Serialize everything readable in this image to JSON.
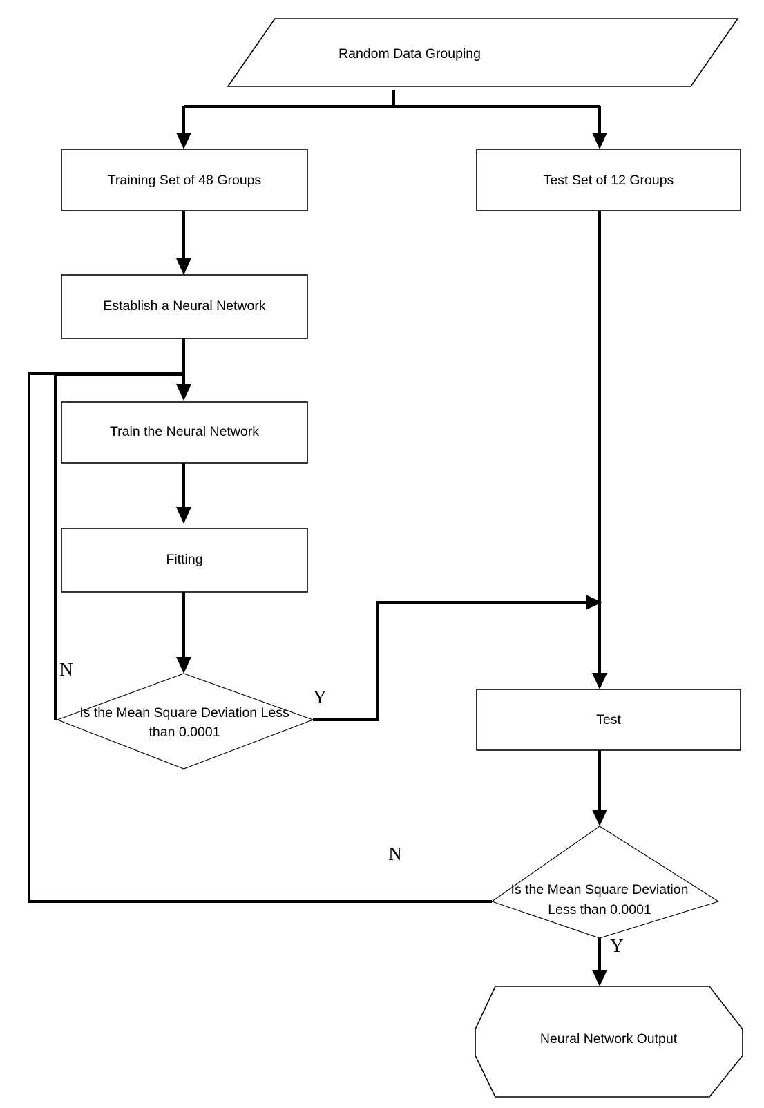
{
  "diagram": {
    "title": "Neural Network Training and Testing Flowchart",
    "background_color": "#ffffff",
    "line_color": "#000000",
    "shape_fill": "#ffffff",
    "nodes": {
      "start": {
        "label": "Random Data Grouping",
        "shape": "parallelogram"
      },
      "training_set": {
        "label": "Training Set of 48 Groups",
        "shape": "rectangle"
      },
      "test_set": {
        "label": "Test Set of 12 Groups",
        "shape": "rectangle"
      },
      "establish": {
        "label": "Establish a Neural Network",
        "shape": "rectangle"
      },
      "train": {
        "label": "Train the Neural Network",
        "shape": "rectangle"
      },
      "fitting": {
        "label": "Fitting",
        "shape": "rectangle"
      },
      "decision_train": {
        "label_line1": "Is the Mean Square Deviation Less",
        "label_line2": "than 0.0001",
        "shape": "diamond"
      },
      "test": {
        "label": "Test",
        "shape": "rectangle"
      },
      "decision_test": {
        "label_line1": "Is the Mean Square Deviation",
        "label_line2": "Less than 0.0001",
        "shape": "diamond"
      },
      "output": {
        "label": "Neural Network Output",
        "shape": "octagon"
      }
    },
    "branch_labels": {
      "train_no": "N",
      "train_yes": "Y",
      "test_no": "N",
      "test_yes": "Y"
    }
  }
}
